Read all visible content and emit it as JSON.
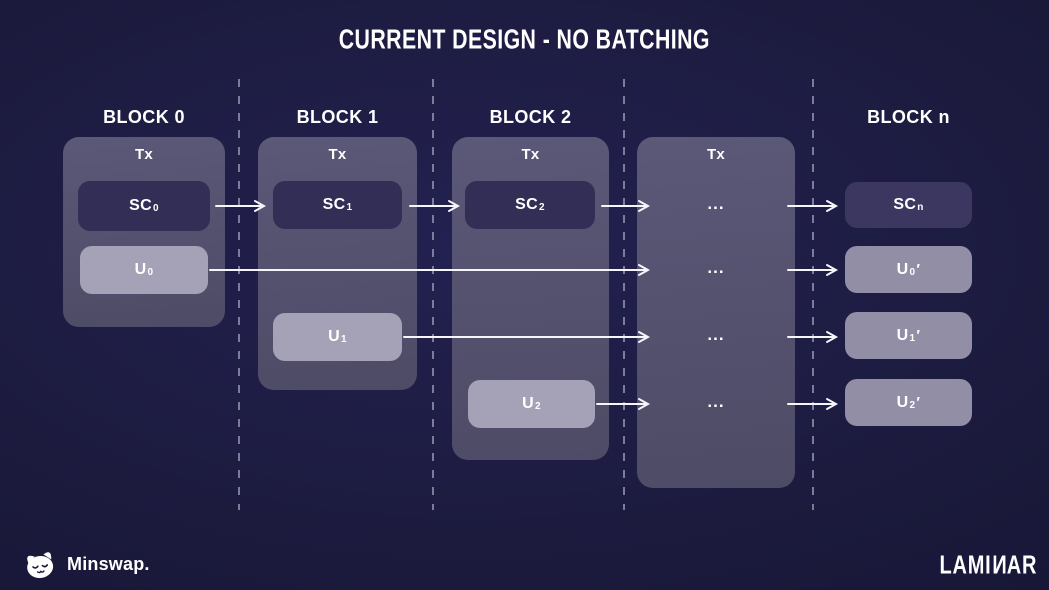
{
  "title": "CURRENT DESIGN - NO BATCHING",
  "columns": {
    "block0": {
      "label": "BLOCK 0",
      "tx": "Tx",
      "sc": {
        "base": "SC",
        "sub": "0"
      },
      "u": {
        "base": "U",
        "sub": "0"
      }
    },
    "block1": {
      "label": "BLOCK 1",
      "tx": "Tx",
      "sc": {
        "base": "SC",
        "sub": "1"
      },
      "u": {
        "base": "U",
        "sub": "1"
      }
    },
    "block2": {
      "label": "BLOCK 2",
      "tx": "Tx",
      "sc": {
        "base": "SC",
        "sub": "2"
      },
      "u": {
        "base": "U",
        "sub": "2"
      }
    },
    "ellipsis": {
      "tx": "Tx",
      "rows": [
        "...",
        "...",
        "...",
        "..."
      ]
    },
    "blockn": {
      "label": "BLOCK n",
      "sc": {
        "base": "SC",
        "sub": "n"
      },
      "outputs": [
        {
          "base": "U",
          "sub": "0",
          "prime": "′"
        },
        {
          "base": "U",
          "sub": "1",
          "prime": "′"
        },
        {
          "base": "U",
          "sub": "2",
          "prime": "′"
        }
      ]
    }
  },
  "footer": {
    "minswap": "Minswap.",
    "laminar": {
      "pre": "LAMI",
      "n": "N",
      "post": "AR"
    }
  },
  "colors": {
    "bg-edge": "#121130",
    "bg-mid": "#1b1a3c",
    "bg-center": "#232150",
    "container-top": "#5b5878",
    "container-bottom": "#4e4b66",
    "sc-fill": "#322e55",
    "scn-fill": "#3b3760",
    "u-fill": "#a5a2b7",
    "uprime-fill": "#918ea6",
    "text": "#ffffff",
    "dash": "#9d9bb3",
    "line": "#f5f5fa"
  }
}
